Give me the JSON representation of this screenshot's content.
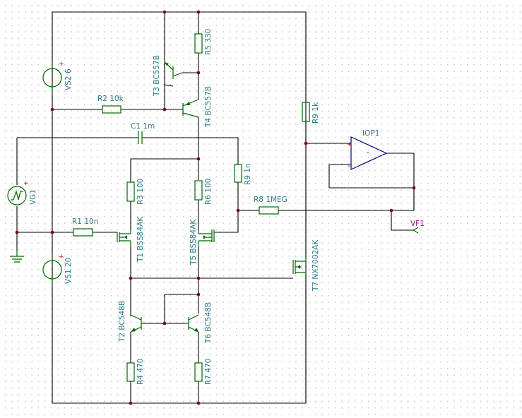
{
  "components": {
    "VS2": {
      "ref": "VS2",
      "value": "6"
    },
    "VS1": {
      "ref": "VS1",
      "value": "20"
    },
    "VG1": {
      "ref": "VG1"
    },
    "R1": {
      "ref": "R1",
      "value": "10n"
    },
    "R2": {
      "ref": "R2",
      "value": "10k"
    },
    "R3": {
      "ref": "R3",
      "value": "100"
    },
    "R4": {
      "ref": "R4",
      "value": "470"
    },
    "R5": {
      "ref": "R5",
      "value": "330"
    },
    "R6": {
      "ref": "R6",
      "value": "100"
    },
    "R7": {
      "ref": "R7",
      "value": "470"
    },
    "R8": {
      "ref": "R8",
      "value": "1MEG"
    },
    "R9a": {
      "ref": "R9",
      "value": "1n"
    },
    "R9b": {
      "ref": "R9",
      "value": "1k"
    },
    "C1": {
      "ref": "C1",
      "value": "1m"
    },
    "T1": {
      "ref": "T1",
      "value": "BSS84AK"
    },
    "T2": {
      "ref": "T2",
      "value": "BC548B"
    },
    "T3": {
      "ref": "T3",
      "value": "BC557B"
    },
    "T4": {
      "ref": "T4",
      "value": "BC557B"
    },
    "T5": {
      "ref": "T5",
      "value": "BSS84AK"
    },
    "T6": {
      "ref": "T6",
      "value": "BC548B"
    },
    "T7": {
      "ref": "T7",
      "value": "NX7002AK"
    },
    "IOP1": {
      "ref": "IOP1"
    },
    "VF1": {
      "ref": "VF1"
    }
  },
  "labels": {
    "VS2": "VS2 6",
    "VS1": "VS1 20",
    "VG1": "VG1",
    "R1": "R1 10n",
    "R2": "R2 10k",
    "R3": "R3 100",
    "R4": "R4 470",
    "R5": "R5 330",
    "R6": "R6 100",
    "R7": "R7 470",
    "R8": "R8 1MEG",
    "R9a": "R9 1n",
    "R9b": "R9 1k",
    "C1": "C1 1m",
    "T1": "T1 BSS84AK",
    "T2": "T2 BC548B",
    "T3": "T3 BC557B",
    "T4": "T4 BC557B",
    "T5": "T5 BSS84AK",
    "T6": "T6 BC548B",
    "T7": "T7 NX7002AK",
    "IOP1": "IOP1",
    "VF1": "VF1",
    "plus": "+",
    "minus": "-"
  },
  "colors": {
    "wire": "#000000",
    "component": "#006600",
    "opamp": "#000080",
    "label": "#2c7a86",
    "node": "#7a0000",
    "polarity": "#cc0000",
    "probe": "#8a1a8a"
  }
}
